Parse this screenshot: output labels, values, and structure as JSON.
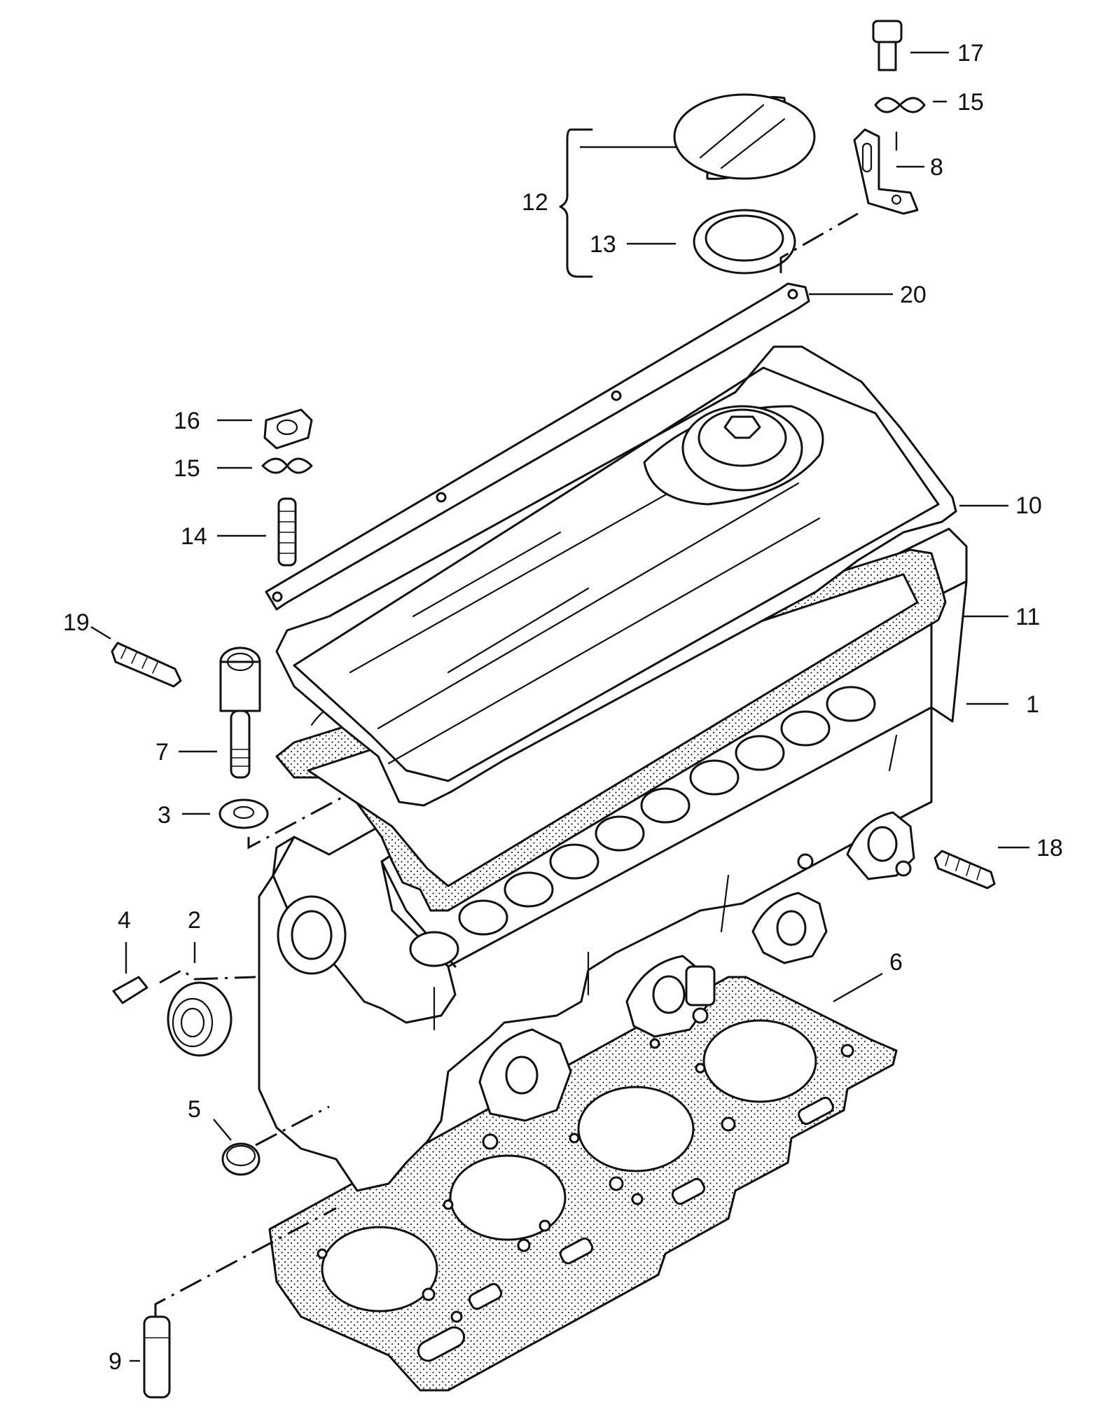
{
  "callouts": [
    {
      "id": "c1",
      "text": "1"
    },
    {
      "id": "c2",
      "text": "2"
    },
    {
      "id": "c3",
      "text": "3"
    },
    {
      "id": "c4",
      "text": "4"
    },
    {
      "id": "c5",
      "text": "5"
    },
    {
      "id": "c6",
      "text": "6"
    },
    {
      "id": "c7",
      "text": "7"
    },
    {
      "id": "c8",
      "text": "8"
    },
    {
      "id": "c9",
      "text": "9"
    },
    {
      "id": "c10",
      "text": "10"
    },
    {
      "id": "c11",
      "text": "11"
    },
    {
      "id": "c12",
      "text": "12"
    },
    {
      "id": "c13",
      "text": "13"
    },
    {
      "id": "c14",
      "text": "14"
    },
    {
      "id": "c15a",
      "text": "15"
    },
    {
      "id": "c15b",
      "text": "15"
    },
    {
      "id": "c16",
      "text": "16"
    },
    {
      "id": "c17",
      "text": "17"
    },
    {
      "id": "c18",
      "text": "18"
    },
    {
      "id": "c19",
      "text": "19"
    },
    {
      "id": "c20",
      "text": "20"
    }
  ]
}
